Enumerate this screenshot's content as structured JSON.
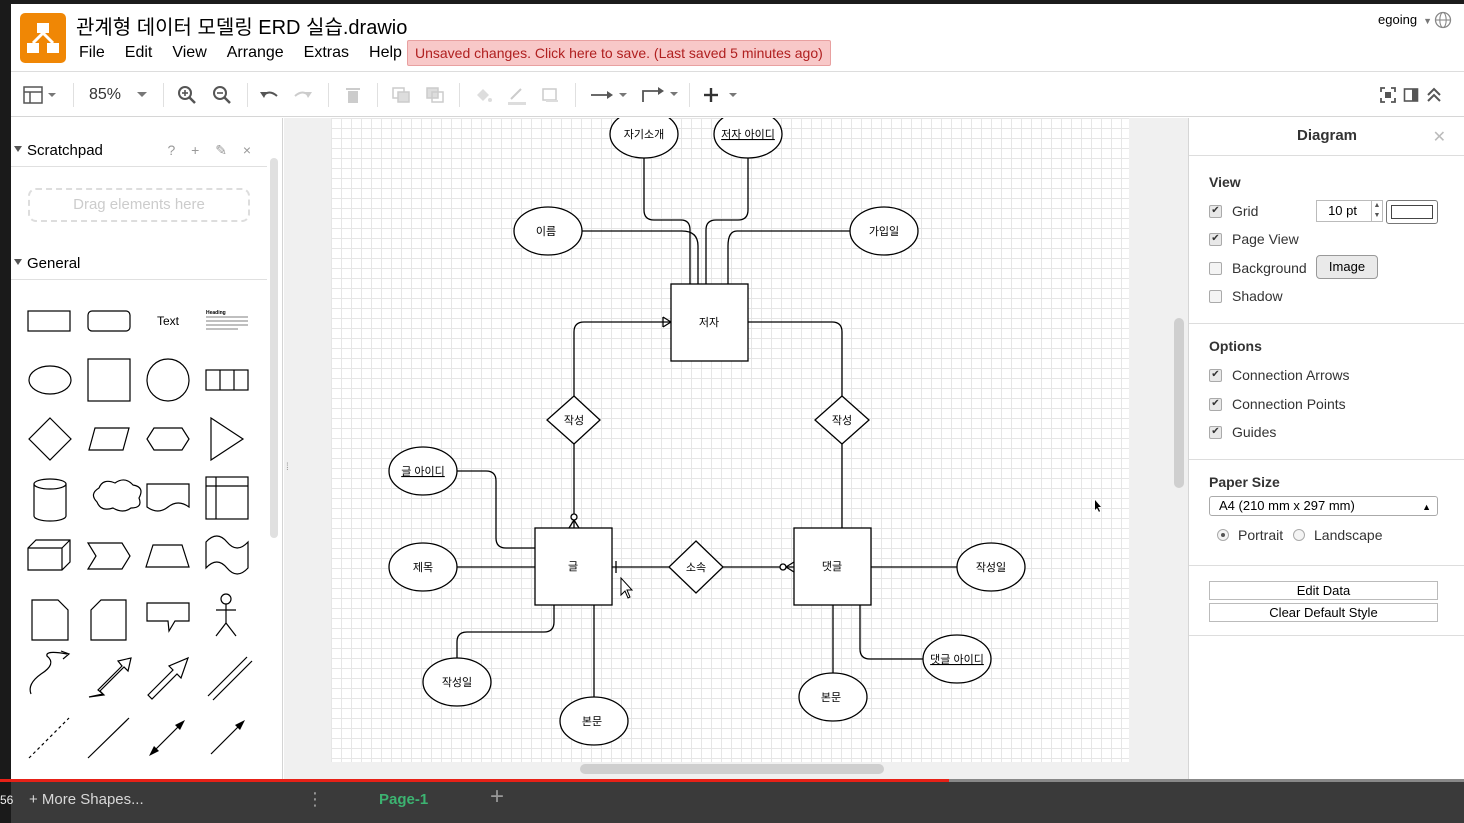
{
  "app": {
    "title": "관계형 데이터 모델링 ERD 실습.drawio",
    "menu": [
      "File",
      "Edit",
      "View",
      "Arrange",
      "Extras",
      "Help"
    ],
    "unsaved_notice": "Unsaved changes. Click here to save. (Last saved 5 minutes ago)",
    "user": "egoing",
    "brand_color": "#f08705"
  },
  "toolbar": {
    "zoom": "85%",
    "icons": [
      "view-toggle-icon",
      "zoom-in-icon",
      "zoom-out-icon",
      "undo-icon",
      "redo-icon",
      "delete-icon",
      "to-front-icon",
      "to-back-icon",
      "fill-color-icon",
      "line-color-icon",
      "shadow-icon",
      "connection-icon",
      "waypoints-icon",
      "insert-icon",
      "fullscreen-icon",
      "format-panel-icon",
      "collapse-icon"
    ]
  },
  "sidebar": {
    "scratchpad_label": "Scratchpad",
    "scratchpad_tools": "? + ✎ ×",
    "drop_hint": "Drag elements here",
    "general_label": "General",
    "text_shape": "Text",
    "heading_shape": "Heading",
    "more_shapes": "+ More Shapes..."
  },
  "diagram": {
    "entities": [
      "저자",
      "글",
      "댓글"
    ],
    "relationships": [
      "작성",
      "작성",
      "소속"
    ],
    "attributes": [
      "자기소개",
      "저자 아이디",
      "이름",
      "가입일",
      "글 아이디",
      "제목",
      "작성일",
      "본문",
      "작성일",
      "댓글 아이디",
      "본문"
    ]
  },
  "format_panel": {
    "title": "Diagram",
    "view_label": "View",
    "grid_label": "Grid",
    "grid_size": "10 pt",
    "page_view_label": "Page View",
    "background_label": "Background",
    "image_button": "Image",
    "shadow_label": "Shadow",
    "options_label": "Options",
    "connection_arrows_label": "Connection Arrows",
    "connection_points_label": "Connection Points",
    "guides_label": "Guides",
    "paper_size_label": "Paper Size",
    "paper_size_value": "A4 (210 mm x 297 mm)",
    "portrait_label": "Portrait",
    "landscape_label": "Landscape",
    "edit_data_button": "Edit Data",
    "clear_style_button": "Clear Default Style",
    "checks": {
      "grid": true,
      "page_view": true,
      "background": false,
      "shadow": false,
      "connection_arrows": true,
      "connection_points": true,
      "guides": true
    },
    "orientation": "portrait"
  },
  "bottom": {
    "page_tab": "Page-1",
    "timecode": "56",
    "progress": 0.648
  }
}
